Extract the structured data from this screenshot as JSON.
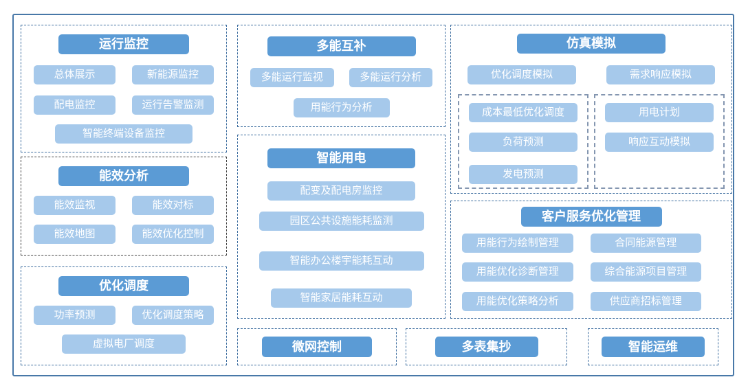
{
  "colors": {
    "header_bg": "#5B9BD5",
    "item_bg": "#A6C9EB",
    "frame_border": "#4878A8",
    "section_border_blue": "#3A6B9E",
    "section_border_dark": "#3F3F3F",
    "nested_border_slate": "#8496B0",
    "text": "#FFFFFF"
  },
  "sections": {
    "operation_monitoring": {
      "title": "运行监控",
      "items": [
        "总体展示",
        "新能源监控",
        "配电监控",
        "运行告警监测",
        "智能终端设备监控"
      ]
    },
    "energy_efficiency": {
      "title": "能效分析",
      "items": [
        "能效监视",
        "能效对标",
        "能效地图",
        "能效优化控制"
      ]
    },
    "optimal_dispatch": {
      "title": "优化调度",
      "items": [
        "功率预测",
        "优化调度策略",
        "虚拟电厂调度"
      ]
    },
    "multi_energy": {
      "title": "多能互补",
      "items": [
        "多能运行监视",
        "多能运行分析",
        "用能行为分析"
      ]
    },
    "smart_power": {
      "title": "智能用电",
      "items": [
        "配变及配电房监控",
        "园区公共设施能耗监测",
        "智能办公楼宇能耗互动",
        "智能家居能耗互动"
      ]
    },
    "simulation": {
      "title": "仿真模拟",
      "items": [
        "优化调度模拟",
        "需求响应模拟"
      ],
      "sub_left": [
        "成本最低优化调度",
        "负荷预测",
        "发电预测"
      ],
      "sub_right": [
        "用电计划",
        "响应互动模拟"
      ]
    },
    "customer_service": {
      "title": "客户服务优化管理",
      "left_items": [
        "用能行为绘制管理",
        "用能优化诊断管理",
        "用能优化策略分析"
      ],
      "right_items": [
        "合同能源管理",
        "综合能源项目管理",
        "供应商招标管理"
      ]
    },
    "microgrid": {
      "title": "微网控制"
    },
    "meter_reading": {
      "title": "多表集抄"
    },
    "smart_om": {
      "title": "智能运维"
    }
  }
}
